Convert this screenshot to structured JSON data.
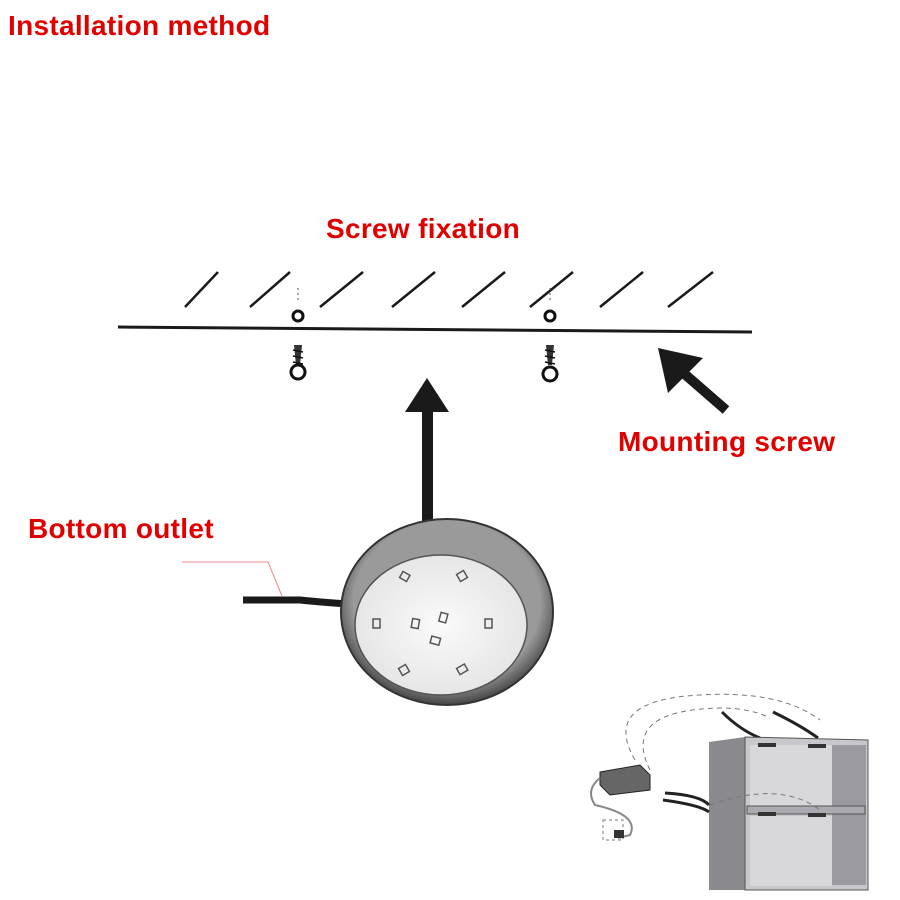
{
  "title": "Installation method",
  "labels": {
    "screw_fixation": "Screw fixation",
    "mounting_screw": "Mounting screw",
    "bottom_outlet": "Bottom outlet"
  },
  "colors": {
    "label": "#e10000",
    "line": "#1a1a1a"
  }
}
